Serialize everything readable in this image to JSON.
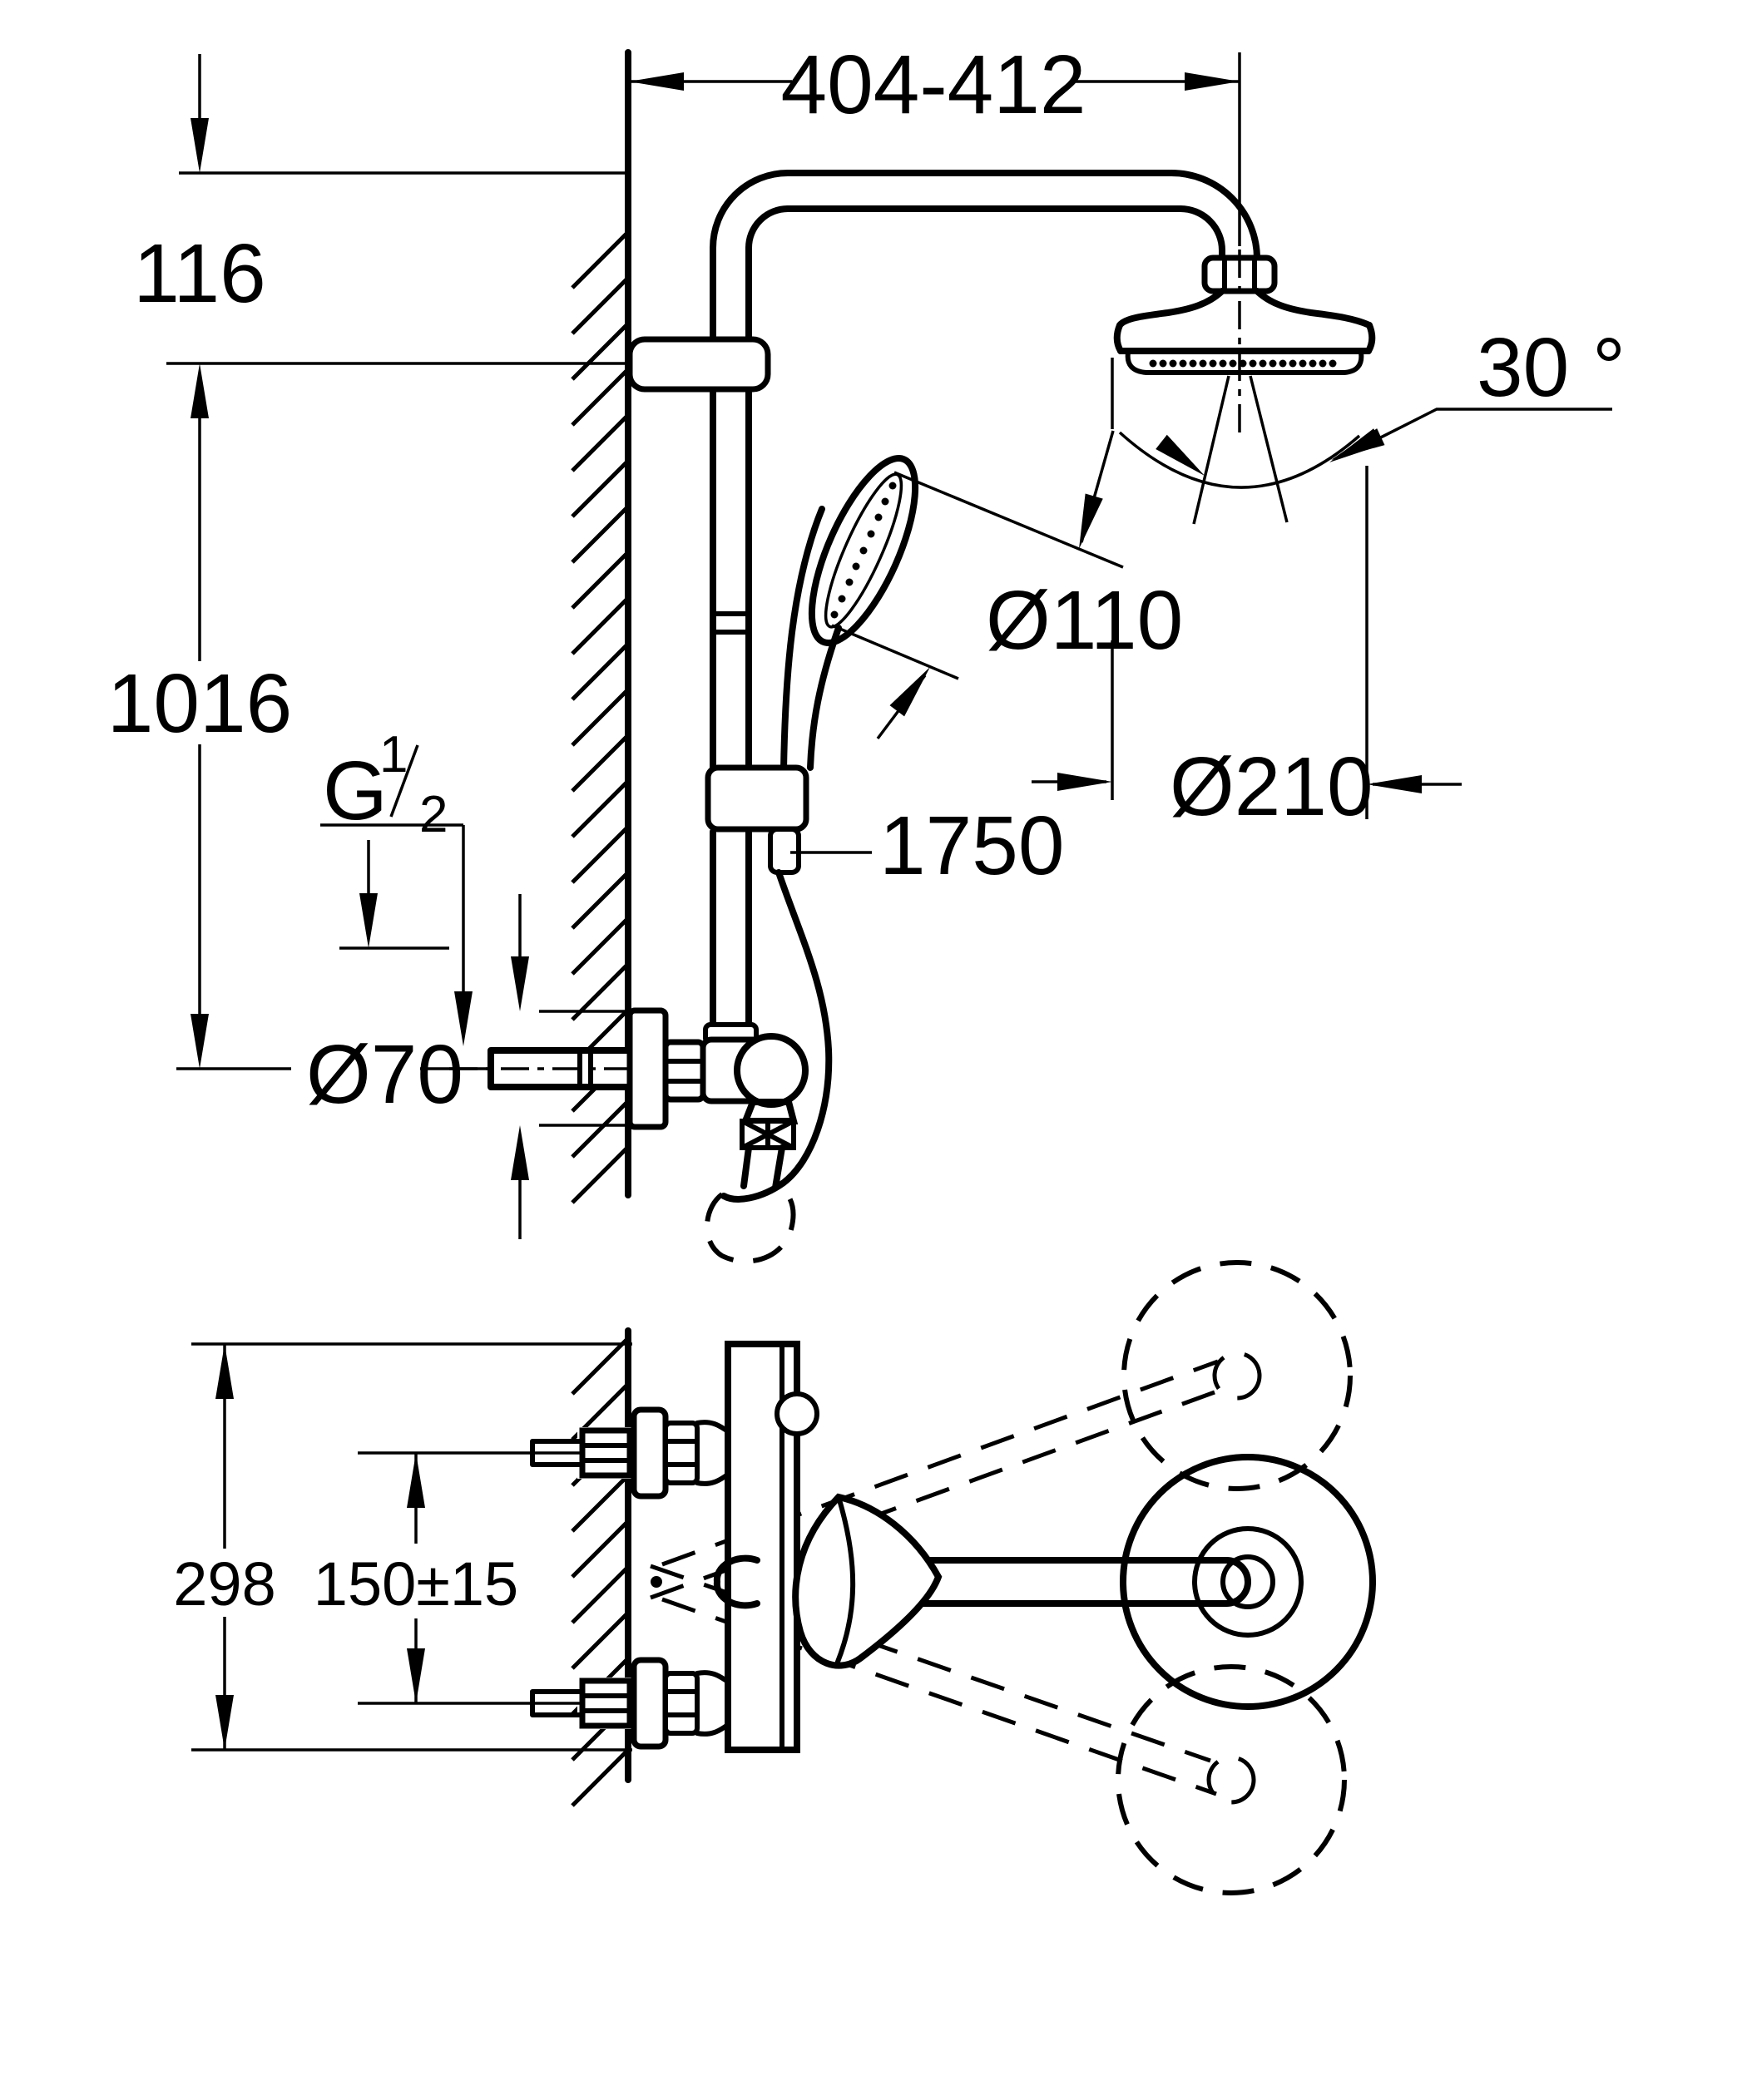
{
  "drawing": {
    "type": "technical-dimensional-drawing",
    "views": [
      "front-elevation",
      "plan-view"
    ],
    "front_view": {
      "dim_top_width": "404-412",
      "dim_arm_to_bracket": "116",
      "dim_bracket_to_supply": "1016",
      "dim_head_swivel_angle": "30 °",
      "dim_handshower_diameter": "Ø110",
      "dim_headshower_diameter": "Ø210",
      "dim_hose_length": "1750",
      "thread": {
        "letter": "G",
        "numerator": "1",
        "denominator": "2"
      },
      "dim_escutcheon_diameter": "Ø70"
    },
    "plan_view": {
      "dim_total_depth": "298",
      "dim_supply_spacing": "150±15"
    },
    "line_color": "#000000",
    "background_color": "#ffffff"
  }
}
